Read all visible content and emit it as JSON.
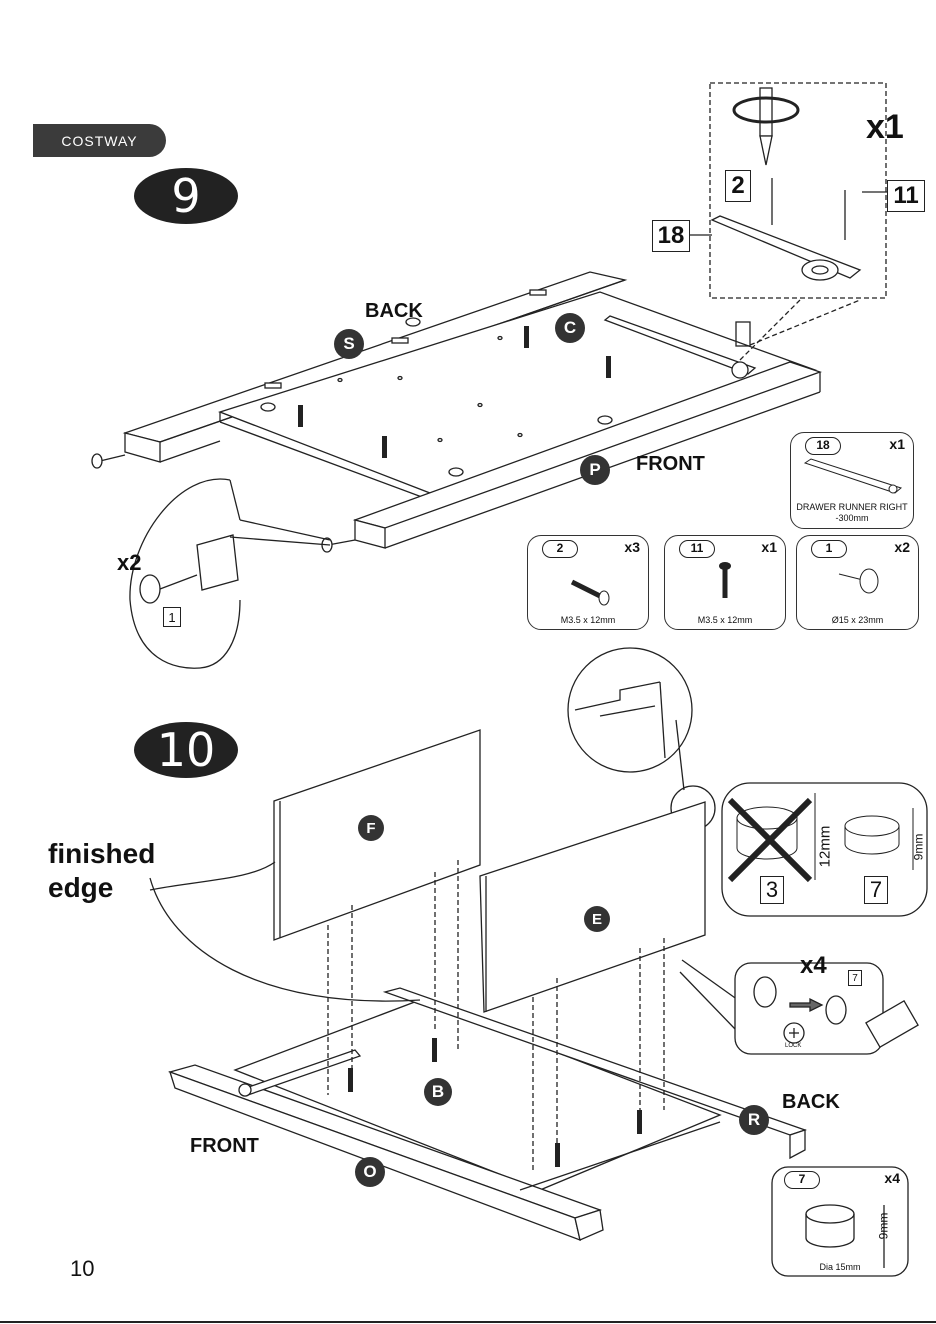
{
  "brand": "COSTWAY",
  "page_number": "10",
  "step9": {
    "number": "9",
    "labels": {
      "back": "BACK",
      "front": "FRONT",
      "x2": "x2",
      "x1": "x1"
    },
    "panels": {
      "S": "S",
      "C": "C",
      "P": "P"
    },
    "callouts": {
      "c2": "2",
      "c11": "11",
      "c18": "18",
      "c1": "1"
    },
    "parts": [
      {
        "id": "18",
        "qty": "x1",
        "caption": "DRAWER RUNNER RIGHT -300mm"
      },
      {
        "id": "2",
        "qty": "x3",
        "caption": "M3.5 x 12mm"
      },
      {
        "id": "11",
        "qty": "x1",
        "caption": "M3.5 x 12mm"
      },
      {
        "id": "1",
        "qty": "x2",
        "caption": "Ø15 x 23mm"
      }
    ]
  },
  "step10": {
    "number": "10",
    "labels": {
      "finished_edge_1": "finished",
      "finished_edge_2": "edge",
      "front": "FRONT",
      "back": "BACK",
      "x4": "x4",
      "lock": "LOCK"
    },
    "panels": {
      "F": "F",
      "E": "E",
      "B": "B",
      "O": "O",
      "R": "R"
    },
    "cam_compare": {
      "wrong": "3",
      "right": "7",
      "wrong_dim": "12mm",
      "right_dim": "9mm"
    },
    "callout_7": "7",
    "cam_part": {
      "id": "7",
      "qty": "x4",
      "dim": "9mm",
      "caption": "Dia 15mm"
    }
  }
}
